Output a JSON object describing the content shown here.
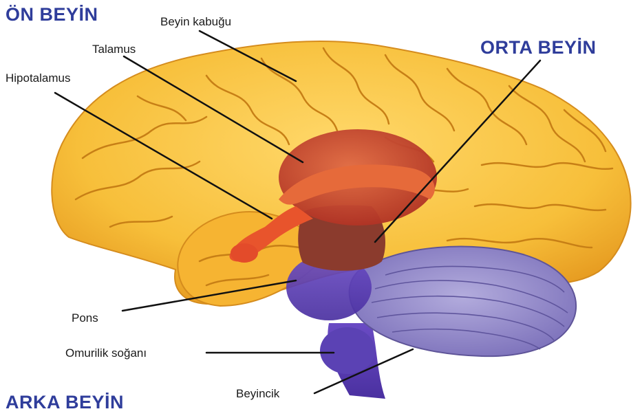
{
  "regions": {
    "forebrain": "ÖN BEYİN",
    "midbrain": "ORTA BEYİN",
    "hindbrain": "ARKA BEYİN"
  },
  "labels": {
    "cortex": "Beyin kabuğu",
    "thalamus": "Talamus",
    "hypothalamus": "Hipotalamus",
    "pons": "Pons",
    "medulla": "Omurilik soğanı",
    "cerebellum": "Beyincik"
  },
  "colors": {
    "region_text": "#2f3d9b",
    "cerebrum": "#f7bf3a",
    "thalamus": "#c8432c",
    "hypothalamus": "#e8542c",
    "midbrain_stem": "#8a3a2c",
    "brainstem": "#5a3fb0",
    "cerebellum": "#8f86c8"
  }
}
